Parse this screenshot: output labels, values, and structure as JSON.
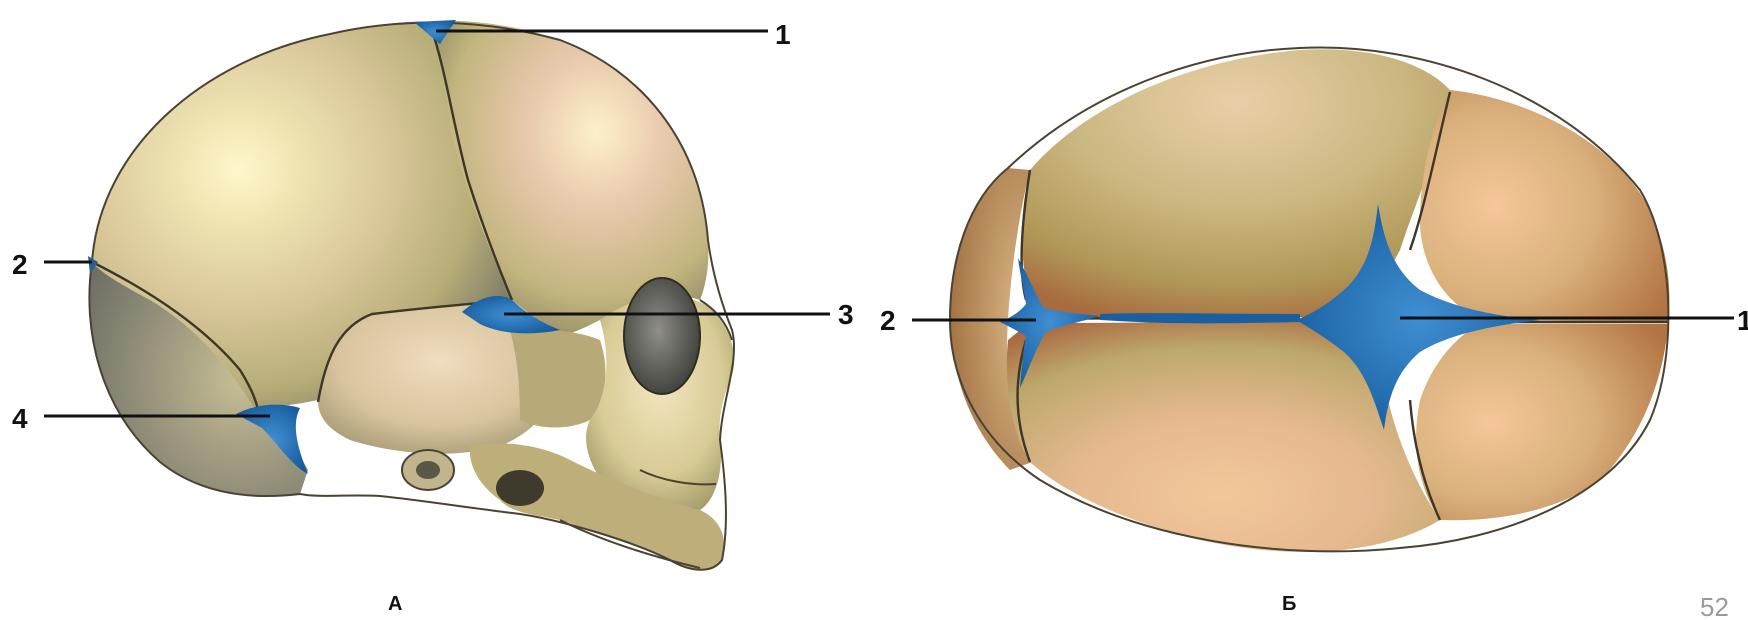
{
  "panels": {
    "lateral": {
      "label": "А",
      "callouts": [
        "1",
        "2",
        "3",
        "4"
      ]
    },
    "superior": {
      "label": "Б",
      "callouts": [
        "2",
        "1"
      ]
    }
  },
  "page_number": "52",
  "colors": {
    "fontanelle": "#1e6fb5",
    "bone_light": "#e6cfa6",
    "bone_olive": "#bdb470",
    "bone_shadow": "#7d7a5d",
    "bone_rust": "#c9693a",
    "line": "#111111"
  }
}
